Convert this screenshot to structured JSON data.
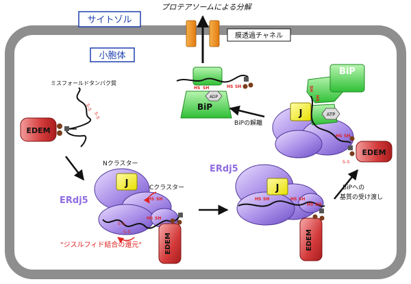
{
  "texts": {
    "proteasome": "プロテアソームによる分解",
    "cytosol": "サイトゾル",
    "channel": "膜透過チャネル",
    "er": "小胞体",
    "misfolded": "ミスフォールドタンパク質",
    "edem": "EDEM",
    "bip": "BiP",
    "adp": "ADP",
    "atp": "ATP",
    "j": "J",
    "hs": "HS",
    "sh": "SH",
    "ss": "S–S",
    "bip_release": "BiPの解離",
    "n_cluster": "Nクラスター",
    "c_cluster": "Cクラスター",
    "erdj5": "ERdj5",
    "reduction": "\"ジスルフィド結合の還元\"",
    "handover_1": "BiPへの",
    "handover_2": "基質の受け渡し"
  },
  "colors": {
    "membrane": "#8e8e8e",
    "er_lumen": "#ffffff",
    "title_box": "#1f3fae",
    "edem": "#d33a3a",
    "erdj5": "#a98de8",
    "j_domain": "#f2ef3a",
    "bip": "#48d64a",
    "channel": "#f08a1e",
    "red_text": "#e02020"
  }
}
